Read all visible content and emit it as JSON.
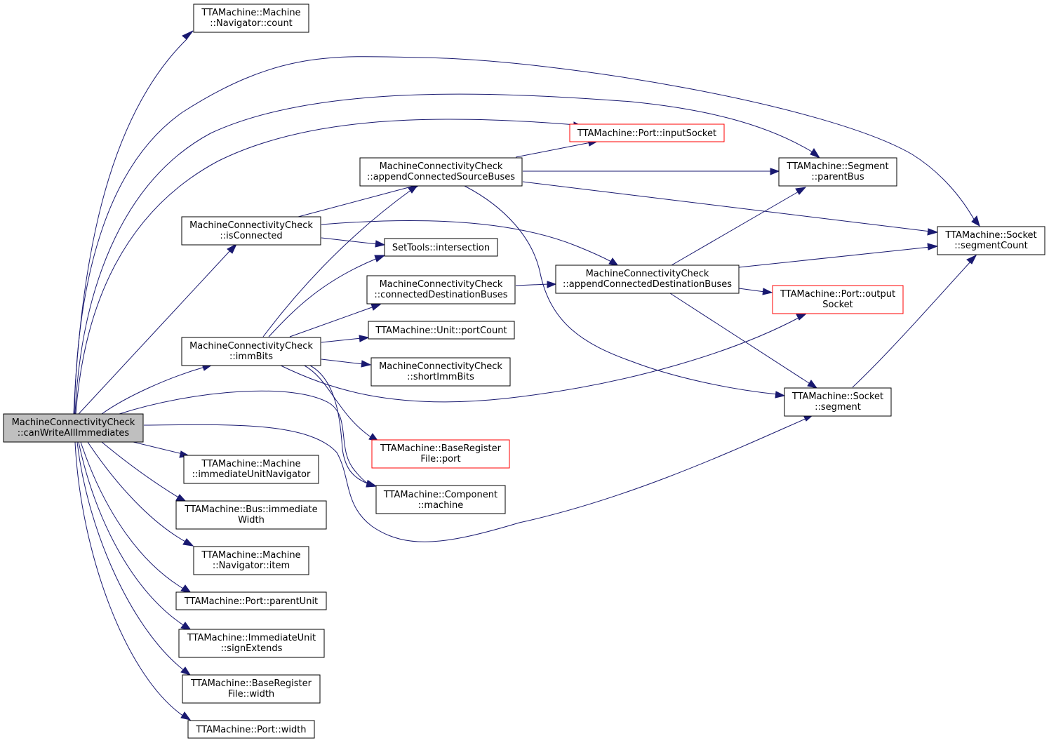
{
  "colors": {
    "edge": "#191970",
    "node_border": "#000000",
    "truncated_border": "#ff0000",
    "root_fill": "#bfbfbf",
    "node_fill": "#ffffff"
  },
  "nodes": {
    "root": [
      "MachineConnectivityCheck",
      "::canWriteAllImmediates"
    ],
    "nav_count": [
      "TTAMachine::Machine",
      "::Navigator::count"
    ],
    "input_socket": [
      "TTAMachine::Port::inputSocket"
    ],
    "append_src": [
      "MachineConnectivityCheck",
      "::appendConnectedSourceBuses"
    ],
    "parent_bus": [
      "TTAMachine::Segment",
      "::parentBus"
    ],
    "is_connected": [
      "MachineConnectivityCheck",
      "::isConnected"
    ],
    "intersection": [
      "SetTools::intersection"
    ],
    "segment_count": [
      "TTAMachine::Socket",
      "::segmentCount"
    ],
    "conn_dest": [
      "MachineConnectivityCheck",
      "::connectedDestinationBuses"
    ],
    "append_dest": [
      "MachineConnectivityCheck",
      "::appendConnectedDestinationBuses"
    ],
    "output_socket": [
      "TTAMachine::Port::output",
      "Socket"
    ],
    "port_count": [
      "TTAMachine::Unit::portCount"
    ],
    "imm_bits": [
      "MachineConnectivityCheck",
      "::immBits"
    ],
    "short_imm": [
      "MachineConnectivityCheck",
      "::shortImmBits"
    ],
    "segment": [
      "TTAMachine::Socket",
      "::segment"
    ],
    "brf_port": [
      "TTAMachine::BaseRegister",
      "File::port"
    ],
    "imm_unit_nav": [
      "TTAMachine::Machine",
      "::immediateUnitNavigator"
    ],
    "component_machine": [
      "TTAMachine::Component",
      "::machine"
    ],
    "bus_imm_width": [
      "TTAMachine::Bus::immediate",
      "Width"
    ],
    "nav_item": [
      "TTAMachine::Machine",
      "::Navigator::item"
    ],
    "parent_unit": [
      "TTAMachine::Port::parentUnit"
    ],
    "sign_extends": [
      "TTAMachine::ImmediateUnit",
      "::signExtends"
    ],
    "brf_width": [
      "TTAMachine::BaseRegister",
      "File::width"
    ],
    "port_width": [
      "TTAMachine::Port::width"
    ]
  }
}
